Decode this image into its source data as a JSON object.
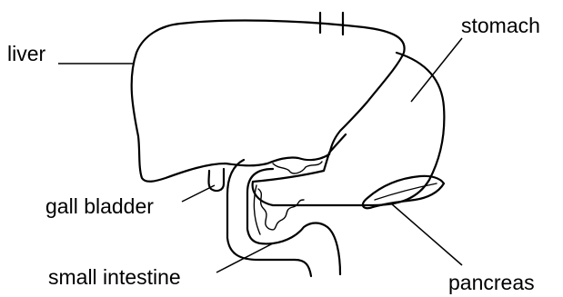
{
  "labels": {
    "liver": "liver",
    "stomach": "stomach",
    "gall_bladder": "gall bladder",
    "small_intestine": "small intestine",
    "pancreas": "pancreas"
  }
}
